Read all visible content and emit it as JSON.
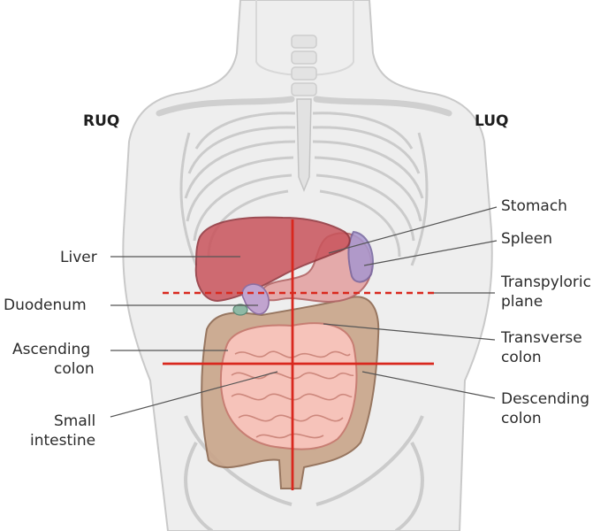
{
  "quadrants": {
    "upper_right": "RUQ",
    "upper_left": "LUQ"
  },
  "labels": {
    "liver": "Liver",
    "duodenum": "Duodenum",
    "ascending_colon": {
      "line1": "Ascending",
      "line2": "colon"
    },
    "small_intestine": {
      "line1": "Small",
      "line2": "intestine"
    },
    "stomach": "Stomach",
    "spleen": "Spleen",
    "transpyloric_plane": {
      "line1": "Transpyloric",
      "line2": "plane"
    },
    "transverse_colon": {
      "line1": "Transverse",
      "line2": "colon"
    },
    "descending_colon": {
      "line1": "Descending",
      "line2": "colon"
    }
  },
  "colors": {
    "reference_lines": "#d9281e",
    "leader_lines": "#555555",
    "body_fill": "#eeeeee",
    "body_outline": "#c9c9c9",
    "liver": "#c9545c",
    "colon": "#b5896a",
    "small_intestine": "#f4b9b0",
    "stomach": "#d88a8c",
    "spleen": "#9b86c4"
  }
}
